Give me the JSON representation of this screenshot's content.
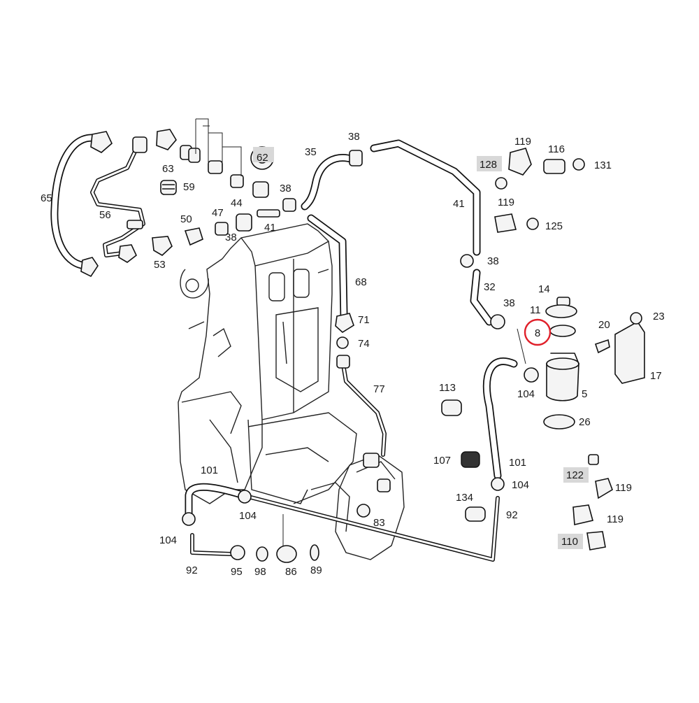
{
  "diagram": {
    "highlight_color": "#d8d8d8",
    "circle_color": "#e0202a",
    "circled_label_index": 0,
    "labels": [
      "8",
      "5",
      "11",
      "14",
      "17",
      "20",
      "23",
      "26",
      "32",
      "35",
      "38",
      "38",
      "38",
      "38",
      "38",
      "41",
      "41",
      "44",
      "47",
      "50",
      "53",
      "56",
      "59",
      "62",
      "63",
      "65",
      "68",
      "71",
      "74",
      "77",
      "83",
      "86",
      "89",
      "92",
      "92",
      "95",
      "98",
      "101",
      "101",
      "104",
      "104",
      "104",
      "104",
      "107",
      "110",
      "113",
      "116",
      "119",
      "119",
      "119",
      "119",
      "122",
      "125",
      "128",
      "131",
      "134"
    ],
    "highlighted_labels": [
      "128",
      "122",
      "110",
      "62"
    ]
  }
}
